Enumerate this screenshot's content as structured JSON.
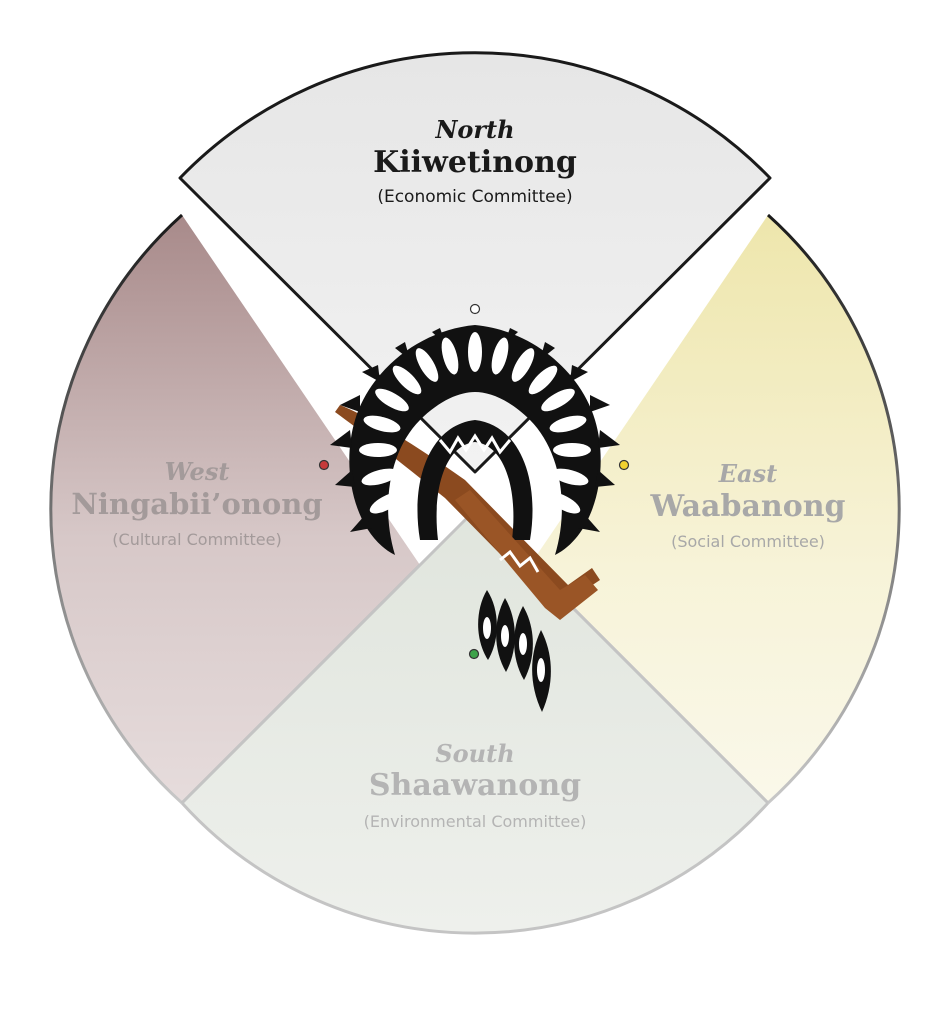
{
  "colors": {
    "north_fill": "#ececec",
    "north_text": "#1a1a1a",
    "east_fill": "#f3efc4",
    "east_text": "#a8a8a8",
    "south_fill": "#e3e7e1",
    "south_text": "#b4b4b4",
    "west_fill": "#b99e9e",
    "west_text": "#a8a0a0",
    "outline": "#1a1a1a",
    "dot_north": "#ffffff",
    "dot_east": "#f2d230",
    "dot_south": "#3ea34a",
    "dot_west": "#c63a3a"
  },
  "north": {
    "direction": "North",
    "name": "Kiiwetinong",
    "committee": "(Economic Committee)"
  },
  "east": {
    "direction": "East",
    "name": "Waabanong",
    "committee": "(Social Committee)"
  },
  "south": {
    "direction": "South",
    "name": "Shaawanong",
    "committee": "(Environmental Committee)"
  },
  "west": {
    "direction": "West",
    "name": "Ningabii’onong",
    "committee": "(Cultural Committee)"
  },
  "center_icon": "headdress-and-pipe-icon"
}
